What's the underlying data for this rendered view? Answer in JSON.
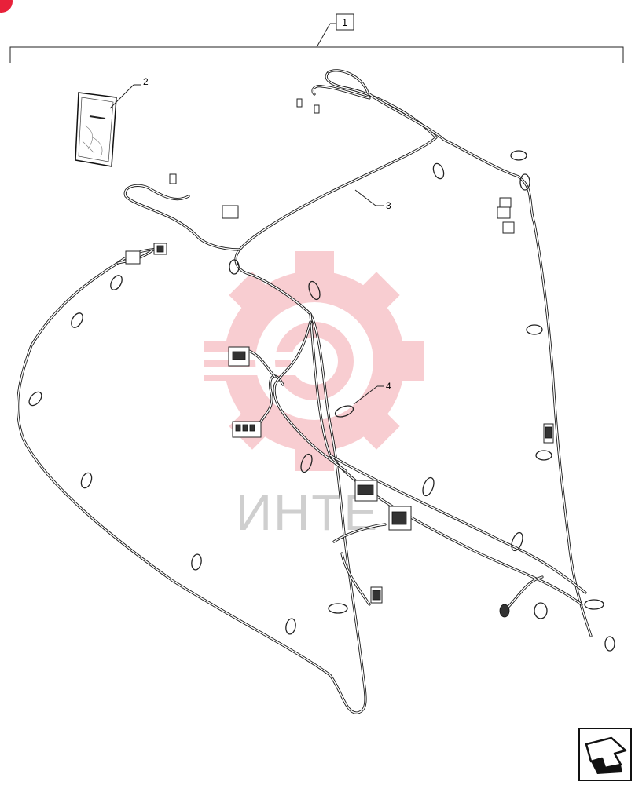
{
  "callouts": {
    "assembly": "1",
    "manual": "2",
    "harness": "3",
    "tie": "4"
  },
  "watermark": {
    "text": "ИНТЕ",
    "color": "#f3a6ad"
  },
  "badge": {
    "color": "#e8213a"
  },
  "nav_icon": "next-page-arrow-icon"
}
